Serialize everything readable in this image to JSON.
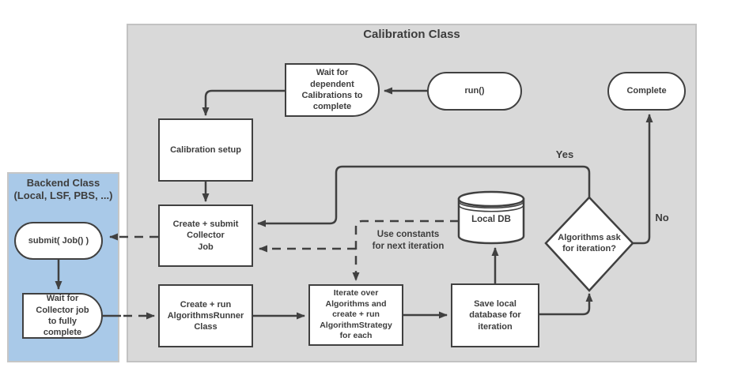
{
  "colors": {
    "container_fill": "#d9d9d9",
    "container_border": "#c2c2c2",
    "backend_fill": "#a9c9e8",
    "shape_stroke": "#404040",
    "shape_fill": "#ffffff",
    "text": "#3d3d3d"
  },
  "containers": {
    "calibration": {
      "title": "Calibration Class"
    },
    "backend": {
      "title": "Backend Class\n(Local, LSF, PBS, ...)"
    }
  },
  "nodes": {
    "run": {
      "label": "run()",
      "shape": "stadium"
    },
    "wait_dependent": {
      "label": "Wait for\ndependent\nCalibrations to\ncomplete",
      "shape": "delay"
    },
    "calibration_setup": {
      "label": "Calibration setup",
      "shape": "process"
    },
    "create_submit_collector": {
      "label": "Create + submit\nCollector\nJob",
      "shape": "process"
    },
    "submit_job": {
      "label": "submit( Job() )",
      "shape": "stadium"
    },
    "wait_collector": {
      "label": "Wait for\nCollector job\nto fully\ncomplete",
      "shape": "delay"
    },
    "create_run_runner": {
      "label": "Create + run\nAlgorithmsRunner\nClass",
      "shape": "process"
    },
    "iterate_algorithms": {
      "label": "Iterate over\nAlgorithms and\ncreate + run\nAlgorithmStrategy\nfor each",
      "shape": "process"
    },
    "save_local_db": {
      "label": "Save local\ndatabase for\niteration",
      "shape": "process"
    },
    "local_db": {
      "label": "Local DB",
      "shape": "database"
    },
    "iteration_decision": {
      "label": "Algorithms ask\nfor iteration?",
      "shape": "decision"
    },
    "complete": {
      "label": "Complete",
      "shape": "stadium"
    }
  },
  "edge_labels": {
    "yes": "Yes",
    "no": "No",
    "use_constants": "Use constants\nfor next iteration"
  }
}
